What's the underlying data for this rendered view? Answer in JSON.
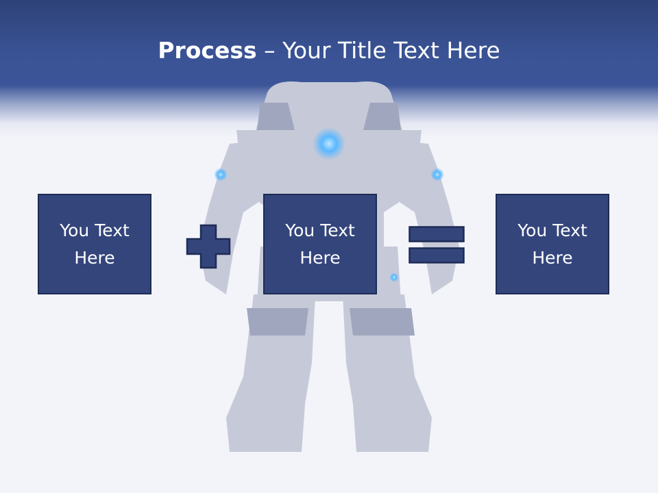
{
  "slide": {
    "title_bold": "Process",
    "title_rest": " – Your Title Text Here"
  },
  "process": {
    "boxes": [
      {
        "text": "You Text Here"
      },
      {
        "text": "You Text Here"
      },
      {
        "text": "You Text Here"
      }
    ],
    "operators": [
      "plus",
      "equals"
    ]
  },
  "colors": {
    "header": "#3a5395",
    "box_fill": "#34457c",
    "box_border": "#1d2b55",
    "background": "#f3f4f9",
    "robot_glow": "#5ab8ff"
  }
}
